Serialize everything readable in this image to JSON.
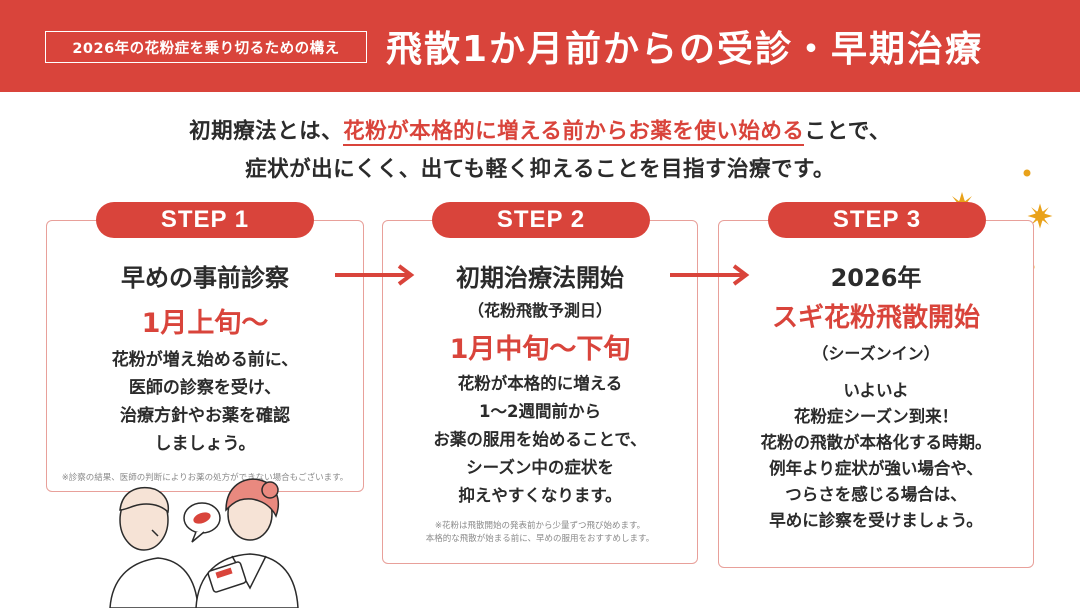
{
  "banner": {
    "tag": "2026年の花粉症を乗り切るための構え",
    "title": "飛散1か月前からの受診・早期治療"
  },
  "intro": {
    "line1_before": "初期療法とは、",
    "line1_highlight": "花粉が本格的に増える前からお薬を使い始める",
    "line1_after": "ことで、",
    "line2": "症状が出にくく、出ても軽く抑えることを目指す治療です。"
  },
  "steps": [
    {
      "label": "STEP 1",
      "heading": "早めの事前診察",
      "timing": "1月上旬〜",
      "body": [
        "花粉が増え始める前に、",
        "医師の診察を受け、",
        "治療方針やお薬を確認",
        "しましょう。"
      ],
      "note": [
        "※診察の結果、医師の判断によりお薬の処方ができない場合もございます。"
      ]
    },
    {
      "label": "STEP 2",
      "heading": "初期治療法開始",
      "subheading": "（花粉飛散予測日）",
      "timing": "1月中旬〜下旬",
      "body": [
        "花粉が本格的に増える",
        "1〜2週間前から",
        "お薬の服用を始めることで、",
        "シーズン中の症状を",
        "抑えやすくなります。"
      ],
      "note": [
        "※花粉は飛散開始の発表前から少量ずつ飛び始めます。",
        "本格的な飛散が始まる前に、早めの服用をおすすめします。"
      ]
    },
    {
      "label": "STEP 3",
      "heading": "2026年",
      "timing": "スギ花粉飛散開始",
      "subheading": "（シーズンイン）",
      "body": [
        "いよいよ",
        "花粉症シーズン到来！",
        "花粉の飛散が本格化する時期。",
        "例年より症状が強い場合や、",
        "つらさを感じる場合は、",
        "早めに診察を受けましょう。"
      ]
    }
  ],
  "colors": {
    "accent": "#d9443b",
    "card_border": "#e8a09a",
    "pollen": "#e9a21a"
  }
}
